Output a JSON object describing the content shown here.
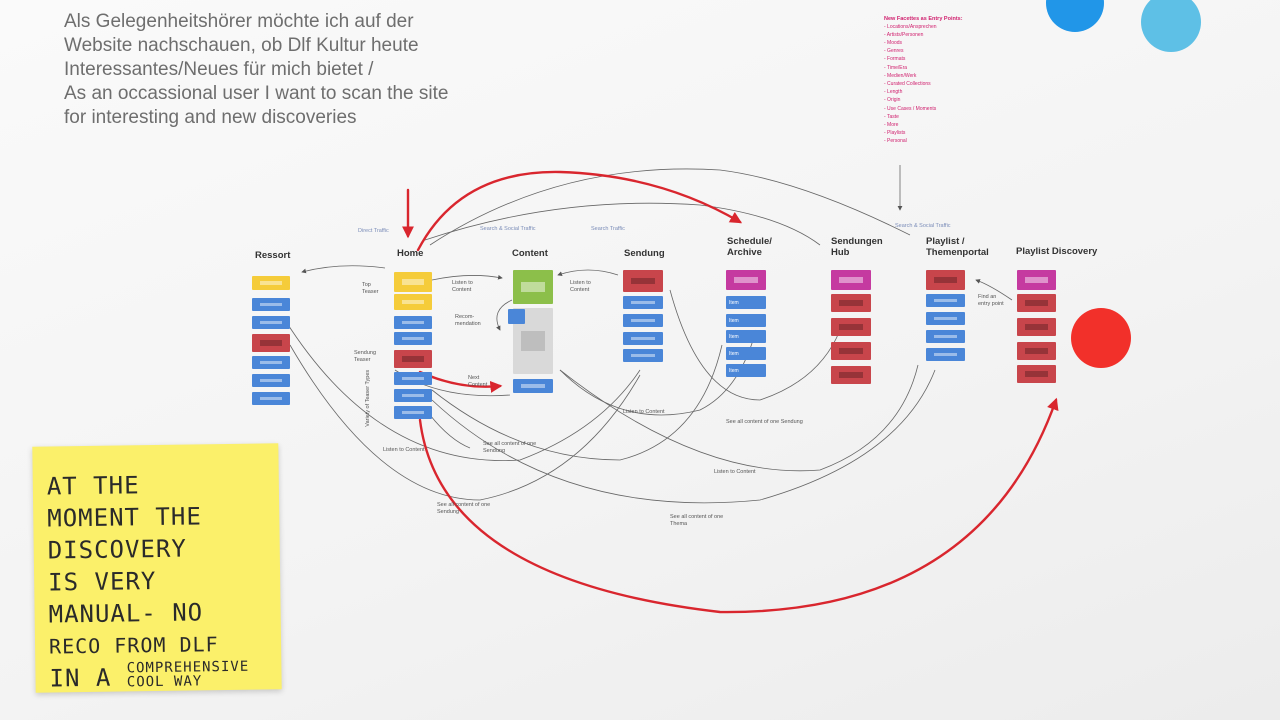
{
  "title": {
    "lines": [
      "Als Gelegenheitshörer möchte ich auf der",
      "Website nachschauen, ob Dlf Kultur heute",
      "Interessantes/Neues für mich bietet /",
      "As an occassional user I want to scan the site",
      "for interesting and new discoveries"
    ]
  },
  "columns": {
    "ressort": "Ressort",
    "home": "Home",
    "content": "Content",
    "sendung": "Sendung",
    "schedule": "Schedule/ Archive",
    "hub": "Sendungen Hub",
    "playlist": "Playlist / Themenportal",
    "discovery": "Playlist Discovery"
  },
  "traffic": {
    "direct": "Direct Traffic",
    "search1": "Search & Social Traffic",
    "search2": "Search Traffic",
    "search3": "Search & Social Traffic"
  },
  "notes": {
    "top_teaser": "Top Teaser",
    "sendung_teaser": "Sendung Teaser",
    "variety": "Variety of Teaser Types",
    "listen_content_1": "Listen to Content",
    "listen_content_2": "Listen to Content",
    "recommendation": "Recom- mendation",
    "next_content": "Next Content",
    "listen_bottom_1": "Listen to Content",
    "listen_bottom_2": "Listen to Content",
    "listen_bottom_3": "Listen to Content",
    "see_all_sendung_1": "See all content of one Sendung",
    "see_all_sendung_2": "See all content of one Sendung",
    "see_all_sendung_3": "See all content of one Sendung",
    "see_all_thema": "See all content of one Thema",
    "find_entry": "Find an entry point"
  },
  "facets": {
    "heading": "New Facettes as Entry Points:",
    "items": [
      "Locations/Ansprechen",
      "Artists/Personen",
      "Moods",
      "Genres",
      "Formats",
      "Time/Era",
      "Medien/Werk",
      "Curated Collections",
      "Length",
      "Origin",
      "Use Cases / Moments",
      "Taste",
      "More",
      "Playlists",
      "Personal"
    ]
  },
  "schedule_cards": [
    "Item",
    "Item",
    "Item",
    "Item",
    "Item"
  ],
  "sticky": {
    "lines": [
      "AT THE",
      "MOMENT THE",
      "DISCOVERY",
      "IS VERY",
      "MANUAL- NO",
      "RECO FROM DLF"
    ],
    "last_prefix": "IN A",
    "last_word_1": "COMPREHENSIVE",
    "last_word_2": "COOL WAY"
  },
  "colors": {
    "blue_card": "#4a86d8",
    "yellow_card": "#f5cc3a",
    "red_card": "#c8454b",
    "magenta_card": "#c53aa0",
    "green_card": "#8cbf4a",
    "red_arrow": "#d9262e",
    "sticky_note": "#fbf06a",
    "dot_blue": "#2196e8",
    "dot_lightblue": "#5ec0e6",
    "dot_red": "#f2302a"
  }
}
